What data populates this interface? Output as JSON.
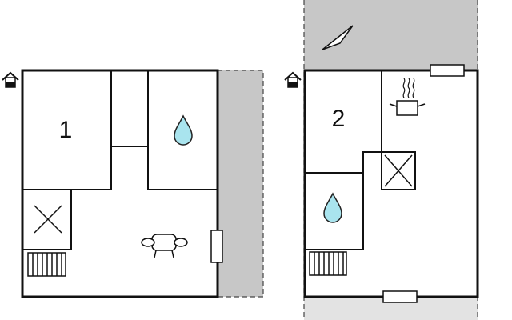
{
  "floors": [
    {
      "label": "1",
      "entrance_icon": "house-entrance-icon",
      "fixtures": [
        "bathroom-water-drop-icon",
        "stairs-cross-icon",
        "sofa-icon",
        "radiator-icon",
        "window-marker"
      ]
    },
    {
      "label": "2",
      "entrance_icon": "house-entrance-icon",
      "fixtures": [
        "kitchen-pot-icon",
        "stairs-cross-icon",
        "bathroom-water-drop-icon",
        "radiator-icon",
        "window-marker"
      ]
    }
  ],
  "colors": {
    "wall": "#111111",
    "terrace": "#c7c7c7",
    "terrace_light": "#e3e3e3",
    "water": "#a9e4ee",
    "background": "#ffffff"
  }
}
